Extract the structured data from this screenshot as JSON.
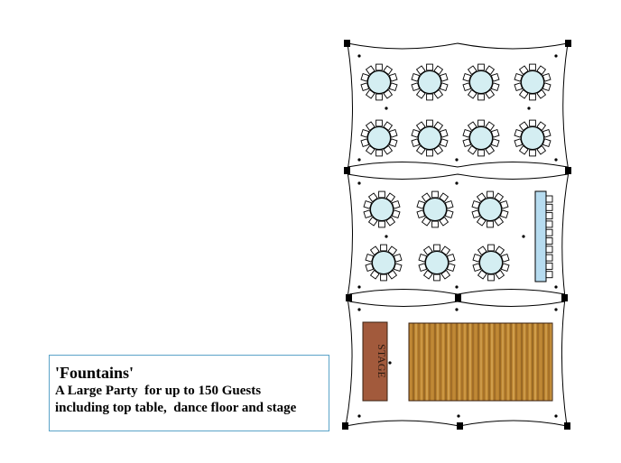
{
  "caption": {
    "title": "'Fountains'",
    "line1": "A Large Party  for up to 150 Guests",
    "line2": "including top table,  dance floor and stage"
  },
  "stage": {
    "label": "STAGE"
  },
  "colors": {
    "table_fill": "#d4eef2",
    "top_table_fill": "#b7dcf0",
    "stage_fill": "#a25a3c",
    "dance_floor_fill": "#b9822f",
    "outline": "#000000",
    "caption_border": "#5aa3c8"
  },
  "layout_counts": {
    "round_tables_section_1": 8,
    "round_tables_section_2": 6,
    "seats_per_round_table": 10,
    "top_table_seats": 10
  }
}
